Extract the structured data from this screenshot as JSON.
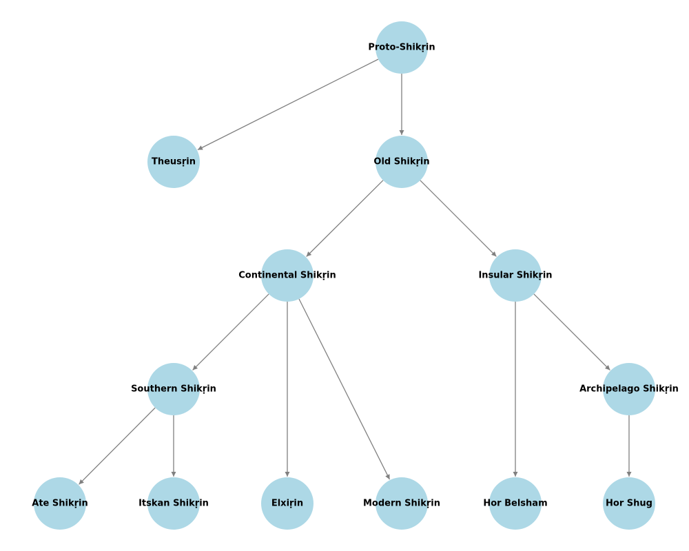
{
  "diagram": {
    "node_color": "#add8e6",
    "edge_color": "#808080",
    "label_color": "#000000",
    "nodes": [
      {
        "id": "proto",
        "label": "Proto-Shikṛin"
      },
      {
        "id": "theus",
        "label": "Theusṛin"
      },
      {
        "id": "old",
        "label": "Old Shikṛin"
      },
      {
        "id": "continental",
        "label": "Continental Shikṛin"
      },
      {
        "id": "insular",
        "label": "Insular Shikṛin"
      },
      {
        "id": "southern",
        "label": "Southern Shikṛin"
      },
      {
        "id": "archipelago",
        "label": "Archipelago Shikṛin"
      },
      {
        "id": "ate",
        "label": "Ate Shikṛin"
      },
      {
        "id": "itskan",
        "label": "Itskan Shikṛin"
      },
      {
        "id": "elxirin",
        "label": "Elxiṛin"
      },
      {
        "id": "modern",
        "label": "Modern Shikṛin"
      },
      {
        "id": "horbelsham",
        "label": "Hor Belsham"
      },
      {
        "id": "horshug",
        "label": "Hor Shug"
      }
    ],
    "edges": [
      {
        "from": "proto",
        "to": "theus"
      },
      {
        "from": "proto",
        "to": "old"
      },
      {
        "from": "old",
        "to": "continental"
      },
      {
        "from": "old",
        "to": "insular"
      },
      {
        "from": "continental",
        "to": "southern"
      },
      {
        "from": "continental",
        "to": "elxirin"
      },
      {
        "from": "continental",
        "to": "modern"
      },
      {
        "from": "insular",
        "to": "horbelsham"
      },
      {
        "from": "insular",
        "to": "archipelago"
      },
      {
        "from": "southern",
        "to": "ate"
      },
      {
        "from": "southern",
        "to": "itskan"
      },
      {
        "from": "archipelago",
        "to": "horshug"
      }
    ]
  }
}
